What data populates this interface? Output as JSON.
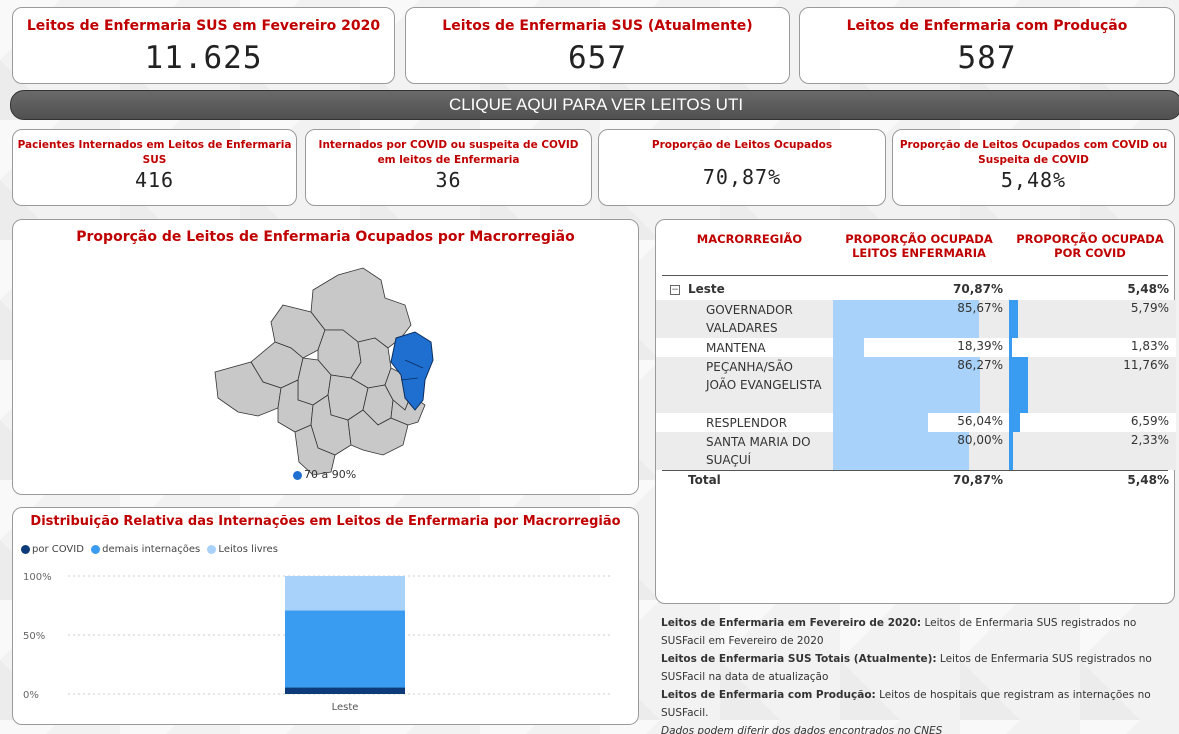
{
  "kpis_top": [
    {
      "title": "Leitos de Enfermaria SUS em Fevereiro 2020",
      "value": "11.625"
    },
    {
      "title": "Leitos de Enfermaria SUS (Atualmente)",
      "value": "657"
    },
    {
      "title": "Leitos de Enfermaria com Produção",
      "value": "587"
    }
  ],
  "banner": "CLIQUE AQUI PARA VER LEITOS UTI",
  "kpis_mid": [
    {
      "title": "Pacientes Internados em Leitos de Enfermaria SUS",
      "value": "416"
    },
    {
      "title": "Internados por COVID ou suspeita de COVID em leitos de Enfermaria",
      "value": "36"
    },
    {
      "title": "Proporção de Leitos Ocupados",
      "value": "70,87%"
    },
    {
      "title": "Proporção de Leitos Ocupados com COVID ou Suspeita de COVID",
      "value": "5,48%"
    }
  ],
  "map": {
    "title": "Proporção de Leitos de Enfermaria Ocupados por Macrorregião",
    "legend": "70 a 90%",
    "colors": {
      "highlight": "#1f6fd1",
      "region": "#c8c8c8",
      "border": "#333333"
    }
  },
  "table": {
    "headers": [
      "MACRORREGIÃO",
      "PROPORÇÃO OCUPADA LEITOS ENFERMARIA",
      "PROPORÇÃO OCUPADA POR COVID"
    ],
    "group": {
      "name": "Leste",
      "occ": "70,87%",
      "covid": "5,48%",
      "expand_icon": "minus-box-icon"
    },
    "rows": [
      {
        "name": "GOVERNADOR VALADARES",
        "occ": "85,67%",
        "covid": "5,79%",
        "occ_v": 85.67,
        "covid_v": 5.79
      },
      {
        "name": "MANTENA",
        "occ": "18,39%",
        "covid": "1,83%",
        "occ_v": 18.39,
        "covid_v": 1.83
      },
      {
        "name": "PEÇANHA/SÃO JOÃO EVANGELISTA",
        "occ": "86,27%",
        "covid": "11,76%",
        "occ_v": 86.27,
        "covid_v": 11.76
      },
      {
        "name": "RESPLENDOR",
        "occ": "56,04%",
        "covid": "6,59%",
        "occ_v": 56.04,
        "covid_v": 6.59
      },
      {
        "name": "SANTA MARIA DO SUAÇUÍ",
        "occ": "80,00%",
        "covid": "2,33%",
        "occ_v": 80.0,
        "covid_v": 2.33
      }
    ],
    "total": {
      "name": "Total",
      "occ": "70,87%",
      "covid": "5,48%"
    }
  },
  "bar_chart": {
    "title": "Distribuição Relativa das Internações em Leitos de Enfermaria por Macrorregião",
    "legend": [
      {
        "label": "por COVID",
        "color": "#0d3a78"
      },
      {
        "label": "demais internações",
        "color": "#3a9cf0"
      },
      {
        "label": "Leitos livres",
        "color": "#a9d2fa"
      }
    ]
  },
  "chart_data": {
    "type": "bar",
    "stacked": true,
    "categories": [
      "Leste"
    ],
    "series": [
      {
        "name": "por COVID",
        "values": [
          5.48
        ]
      },
      {
        "name": "demais internações",
        "values": [
          65.39
        ]
      },
      {
        "name": "Leitos livres",
        "values": [
          29.13
        ]
      }
    ],
    "y_ticks": [
      "100%",
      "50%",
      "0%"
    ],
    "ylim": [
      0,
      100
    ]
  },
  "notes": [
    {
      "bold": "Leitos de Enfermaria em Fevereiro de 2020:",
      "text": " Leitos de Enfermaria SUS registrados no SUSFacil em Fevereiro de 2020"
    },
    {
      "bold": "Leitos de Enfermaria SUS Totais (Atualmente):",
      "text": " Leitos de Enfermaria SUS registrados no SUSFacil na data de atualização"
    },
    {
      "bold": "Leitos de Enfermaria com Produção:",
      "text": " Leitos de hospitais que registram as internações no SUSFacil."
    }
  ],
  "note_italic": "Dados podem diferir dos dados encontrados no CNES"
}
